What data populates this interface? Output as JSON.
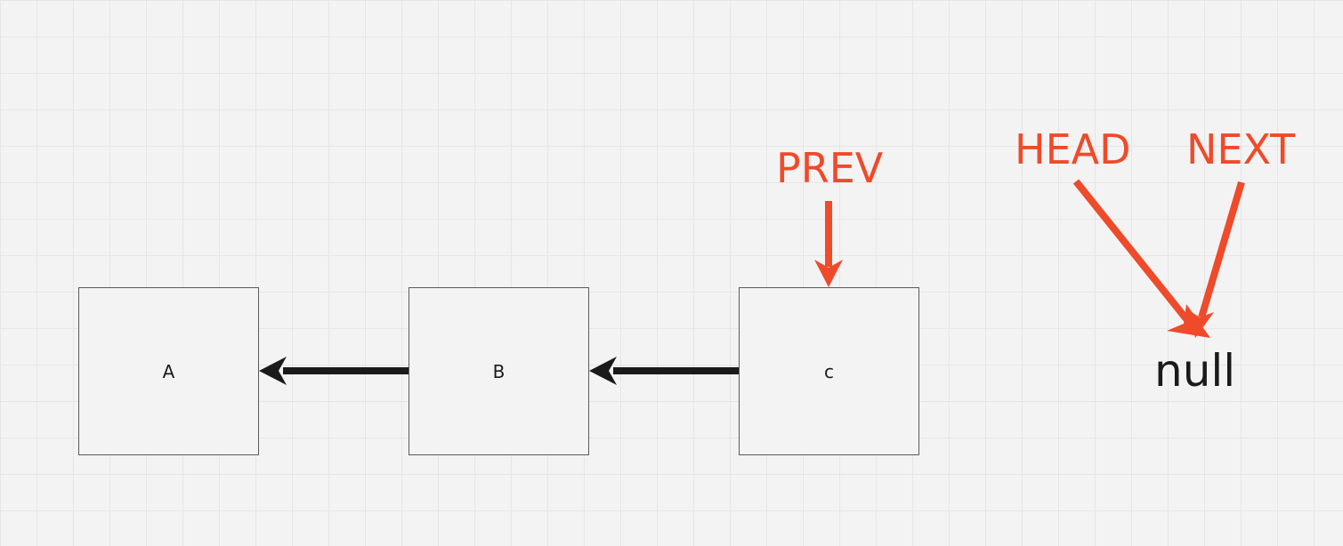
{
  "nodes": [
    {
      "id": "a",
      "label": "A"
    },
    {
      "id": "b",
      "label": "B"
    },
    {
      "id": "c",
      "label": "c"
    }
  ],
  "pointers": {
    "prev": "PREV",
    "head": "HEAD",
    "next": "NEXT"
  },
  "null_label": "null",
  "colors": {
    "pointer": "#ef4a2a",
    "link_arrow": "#1a1a1a",
    "node_border": "#5a5a5a",
    "background": "#f3f3f3"
  }
}
